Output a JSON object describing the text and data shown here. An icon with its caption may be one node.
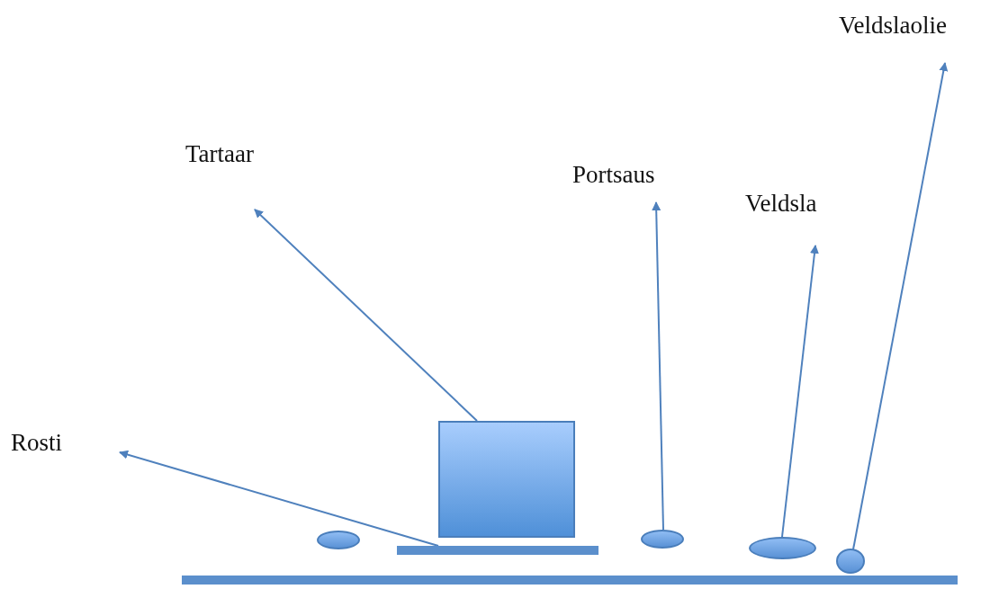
{
  "diagram": {
    "nodes": [
      {
        "text": [
          "Veldslaolie"
        ]
      },
      {
        "text": [
          "Tartaar"
        ]
      },
      {
        "text": [
          "Portsaus"
        ]
      },
      {
        "text": [
          "Veldsla"
        ]
      },
      {
        "text": [
          "Rosti"
        ]
      },
      {
        "text": [],
        "shape": "box"
      },
      {
        "text": [],
        "shape": "ellipse"
      },
      {
        "text": [],
        "shape": "bar"
      },
      {
        "text": [],
        "shape": "ellipse"
      },
      {
        "text": [],
        "shape": "ellipse"
      },
      {
        "text": [],
        "shape": "circle"
      },
      {
        "text": [],
        "shape": "bar"
      }
    ],
    "edges": [
      {
        "from": 7,
        "to": 4,
        "arrow": "to"
      },
      {
        "from": 5,
        "to": 1,
        "arrow": "to"
      },
      {
        "from": 8,
        "to": 2,
        "arrow": "to"
      },
      {
        "from": 9,
        "to": 3,
        "arrow": "to"
      },
      {
        "from": 10,
        "to": 0,
        "arrow": "to"
      }
    ]
  }
}
